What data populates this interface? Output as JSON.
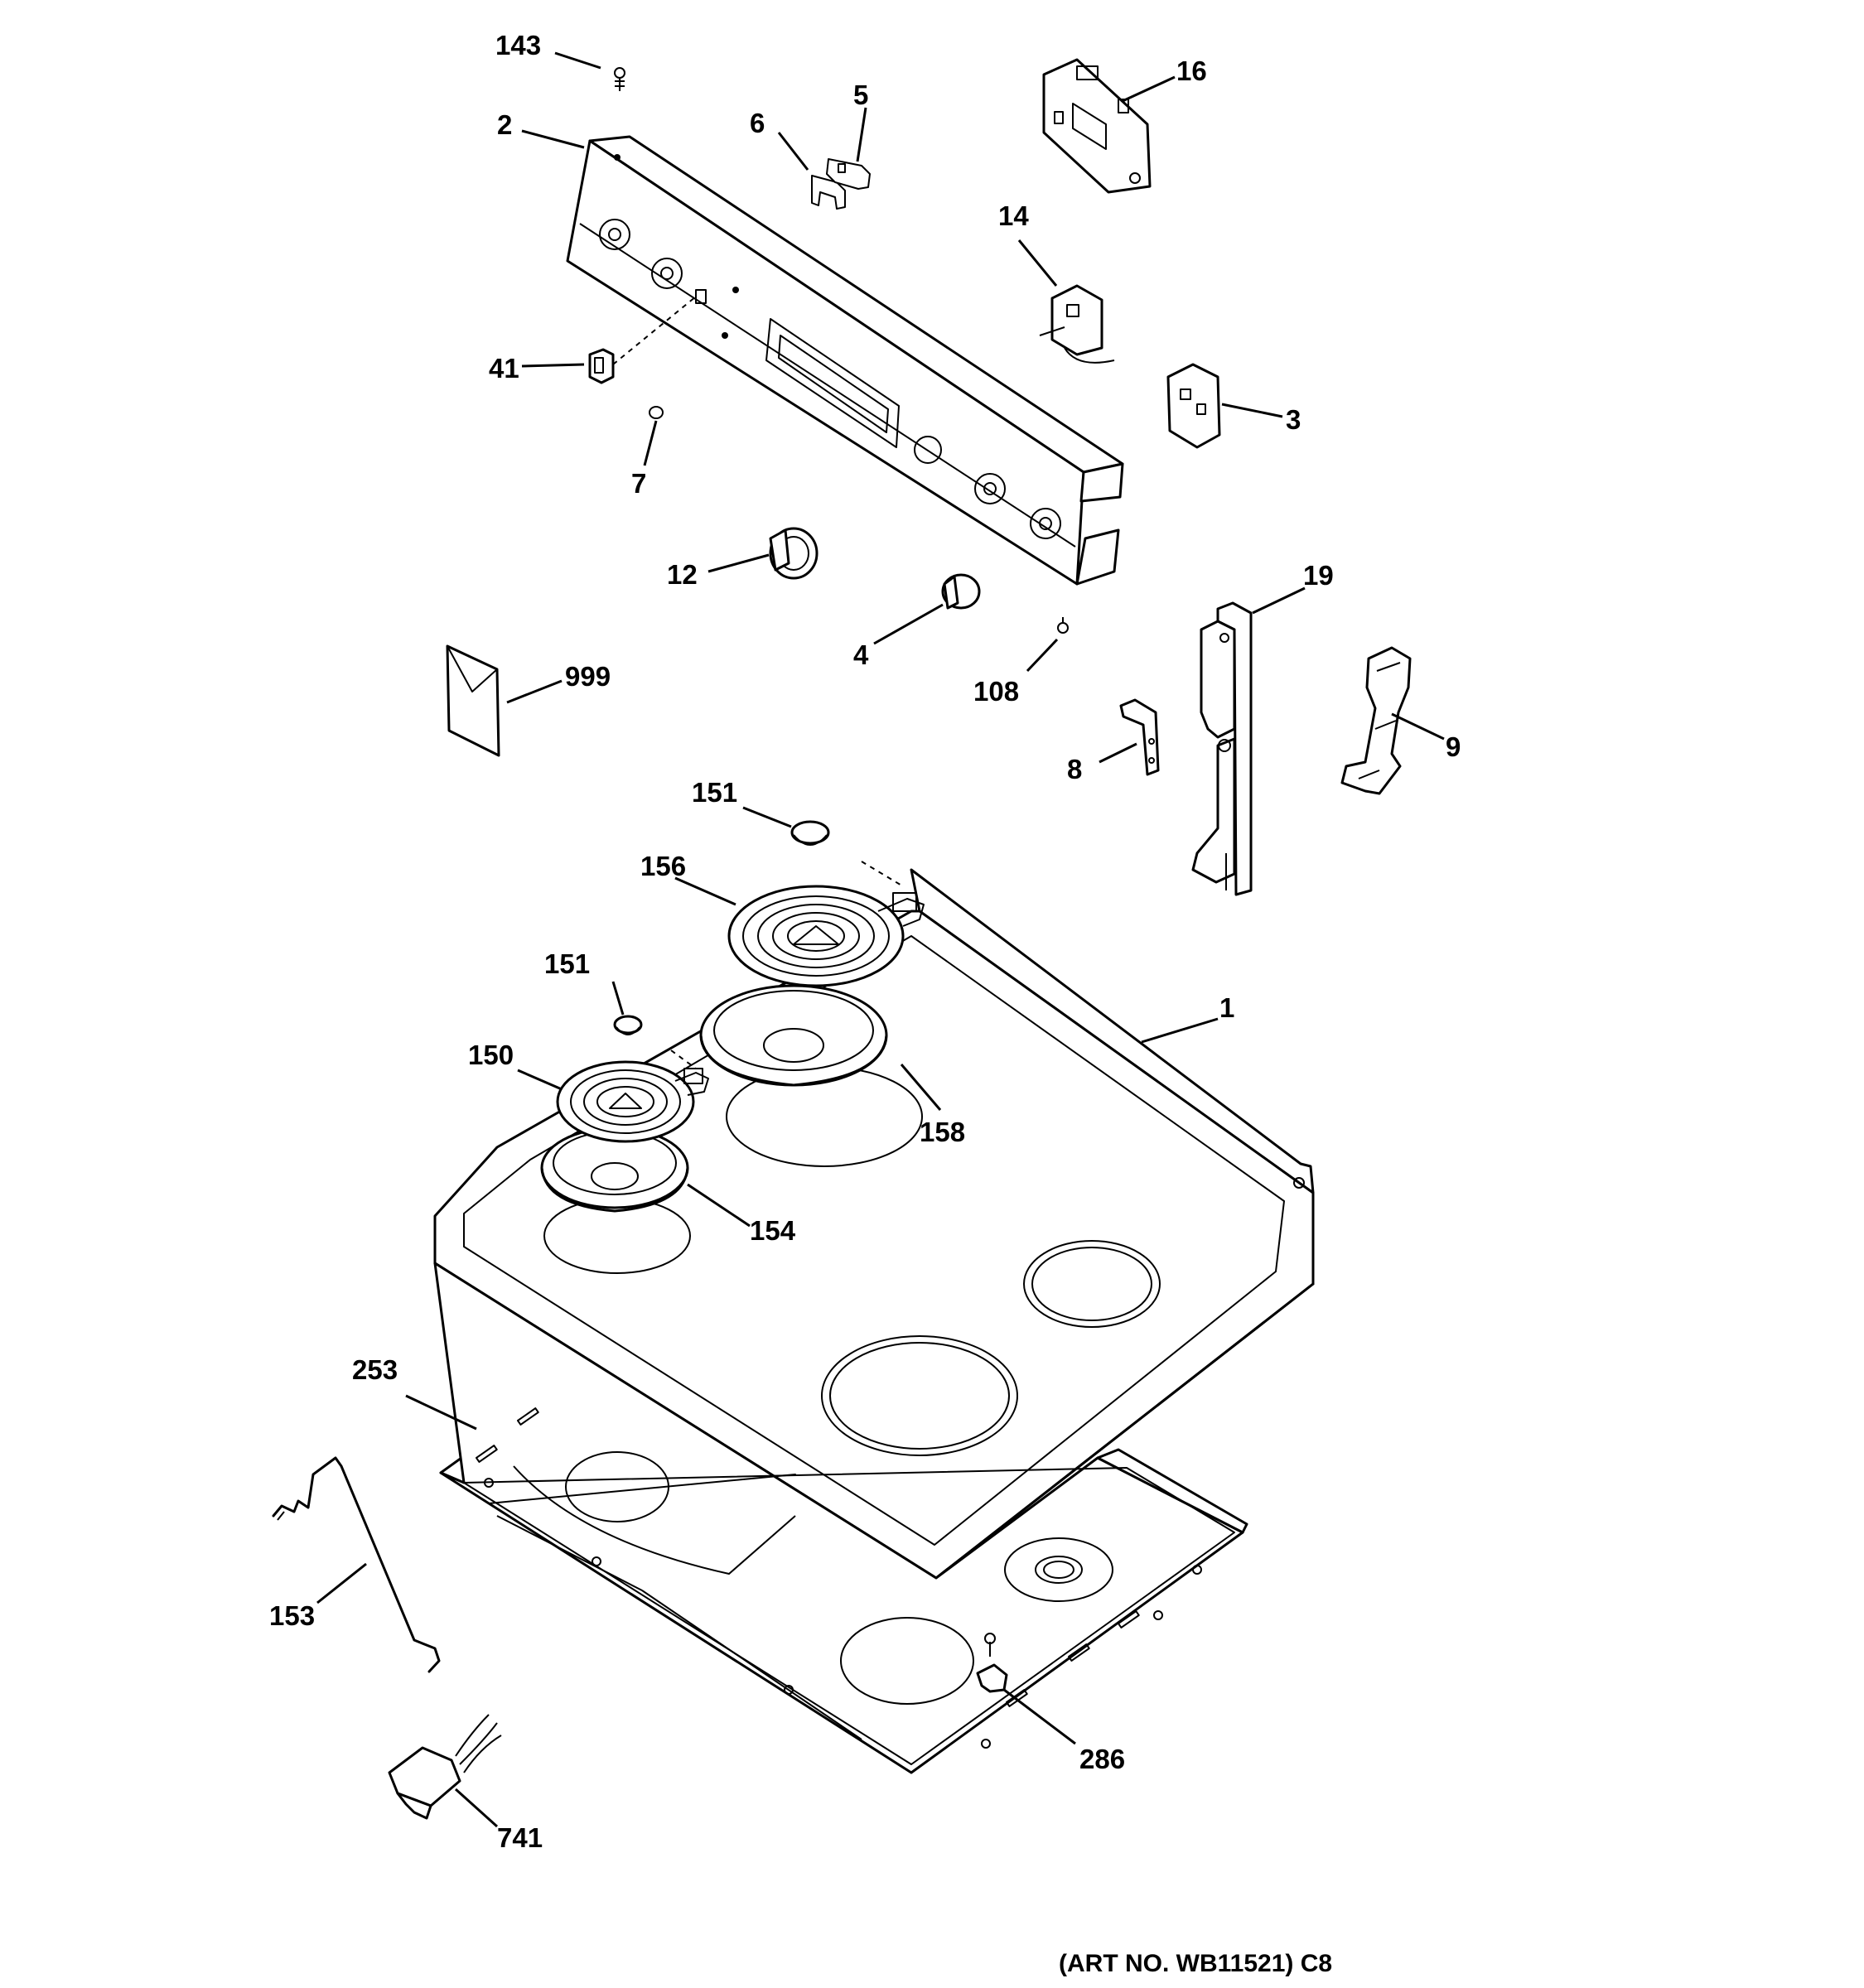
{
  "art_number": "(ART NO. WB11521) C8",
  "callouts": {
    "p143": "143",
    "p2": "2",
    "p6": "6",
    "p5": "5",
    "p16": "16",
    "p14": "14",
    "p41": "41",
    "p3": "3",
    "p7": "7",
    "p12": "12",
    "p19": "19",
    "p4": "4",
    "p108": "108",
    "p999": "999",
    "p9": "9",
    "p8": "8",
    "p151a": "151",
    "p156": "156",
    "p151b": "151",
    "p1": "1",
    "p150": "150",
    "p158": "158",
    "p154": "154",
    "p253": "253",
    "p153": "153",
    "p286": "286",
    "p741": "741"
  }
}
